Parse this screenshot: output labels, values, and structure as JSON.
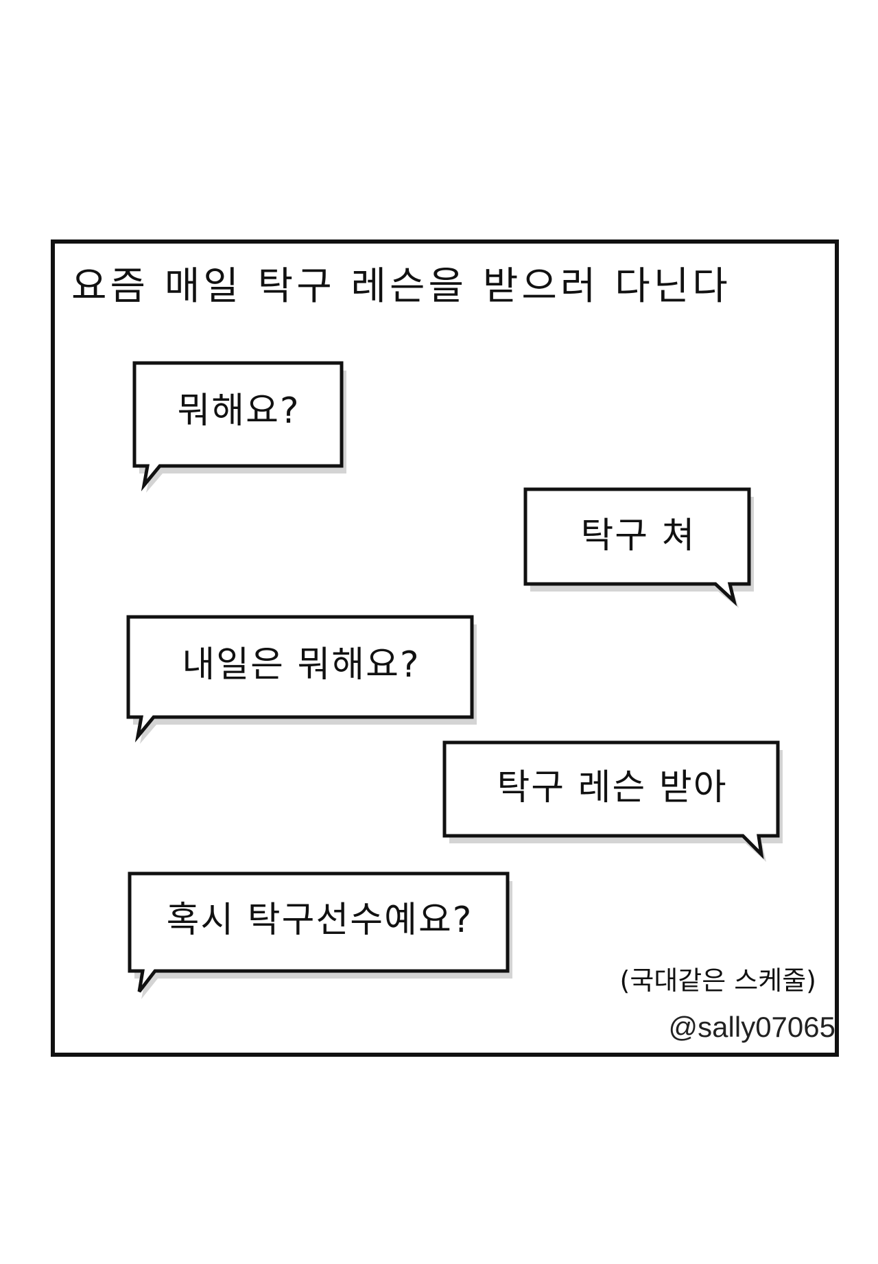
{
  "comic": {
    "narration": "요즘 매일 탁구 레슨을 받으러 다닌다",
    "bubbles": [
      {
        "speaker": "other",
        "text": "뭐해요?"
      },
      {
        "speaker": "me",
        "text": "탁구 쳐"
      },
      {
        "speaker": "other",
        "text": "내일은 뭐해요?"
      },
      {
        "speaker": "me",
        "text": "탁구 레슨 받아"
      },
      {
        "speaker": "other",
        "text": "혹시 탁구선수예요?"
      }
    ],
    "note": "(국대같은 스케줄)",
    "handle": "@sally07065"
  },
  "colors": {
    "ink": "#111111",
    "shadow": "#d4d4d4",
    "background": "#ffffff"
  }
}
